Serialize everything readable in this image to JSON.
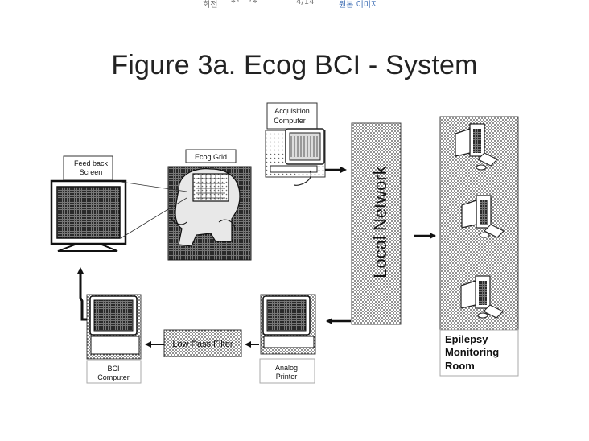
{
  "toolbar": {
    "rotate_label": "회전",
    "page_indicator": "4/14",
    "original_image_link": "원본 이미지"
  },
  "figure": {
    "title": "Figure 3a. Ecog BCI - System"
  },
  "diagram": {
    "nodes": {
      "acquisition_computer": [
        "Acquisition",
        "Computer"
      ],
      "feedback_screen": [
        "Feed back",
        "Screen"
      ],
      "ecog_grid": "Ecog Grid",
      "local_network": "Local Network",
      "epilepsy_room": [
        "Epilepsy",
        "Monitoring",
        "Room"
      ],
      "analog_printer": [
        "Analog",
        "Printer"
      ],
      "low_pass_filter": "Low Pass Filter",
      "bci_computer": [
        "BCI",
        "Computer"
      ]
    }
  }
}
